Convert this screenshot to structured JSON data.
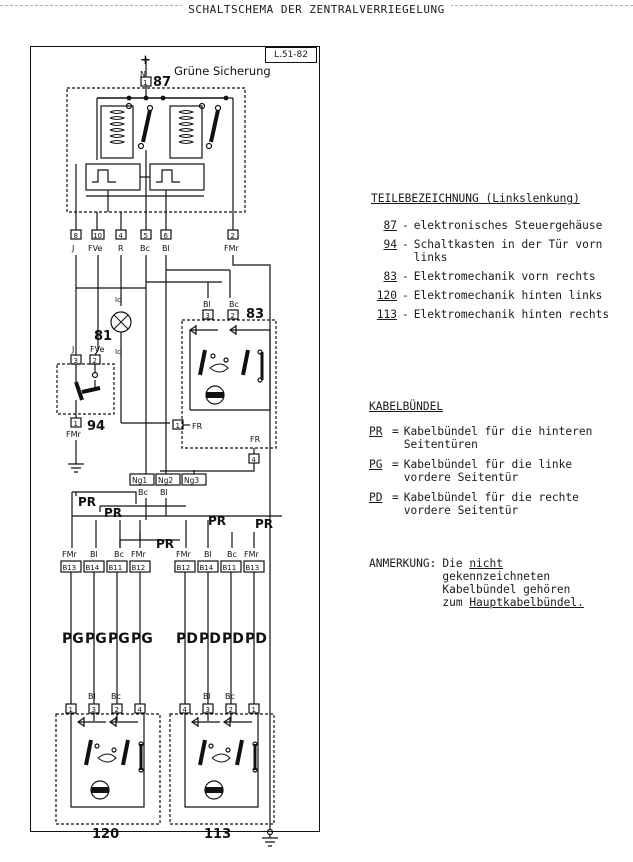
{
  "page": {
    "title": "SCHALTSCHEMA DER ZENTRALVERRIEGELUNG",
    "ref": "L.51-82"
  },
  "diagram": {
    "supply": {
      "plus": "+",
      "pin": "N",
      "fuse": "Grüne Sicherung"
    },
    "units": {
      "u87": "87",
      "u81": "81",
      "u94": "94",
      "u83": "83",
      "u120": "120",
      "u113": "113"
    },
    "ecu_pins": [
      {
        "num": "8",
        "wire": "J"
      },
      {
        "num": "10",
        "wire": "FVe"
      },
      {
        "num": "4",
        "wire": "R"
      },
      {
        "num": "5",
        "wire": "Bc"
      },
      {
        "num": "6",
        "wire": "Bl"
      },
      {
        "num": "2",
        "wire": "FMr"
      }
    ],
    "lamp": {
      "code": "Ic"
    },
    "switch94": {
      "pin_top1": "3",
      "pin_top2": "2",
      "wire_top1": "J",
      "wire_top2": "FVe",
      "pin_bottom": "1",
      "wire_bottom": "FMr"
    },
    "m83": {
      "pin_bl": "3",
      "pin_bc": "2",
      "wire_bl": "Bl",
      "wire_bc": "Bc",
      "pin_fr": "1",
      "wire_fr": "FR",
      "pin_fr2": "4",
      "wire_fr2": "FR"
    },
    "connectors": [
      "Ng1",
      "Ng2",
      "Ng3"
    ],
    "connector_wires": [
      "Bc",
      "Bl"
    ],
    "harness": {
      "pr": "PR",
      "pg": "PG",
      "pd": "PD"
    },
    "left_bus": {
      "wires": [
        "FMr",
        "Bl",
        "Bc",
        "FMr"
      ],
      "pins": [
        "B13",
        "B14",
        "B11",
        "B12"
      ]
    },
    "right_bus": {
      "wires": [
        "FMr",
        "Bl",
        "Bc",
        "FMr"
      ],
      "pins": [
        "B12",
        "B14",
        "B11",
        "B13"
      ]
    },
    "m120": {
      "pins": [
        "1",
        "3",
        "2",
        "4"
      ],
      "wires": [
        "Bl",
        "Bc"
      ]
    },
    "m113": {
      "pins": [
        "4",
        "3",
        "2",
        "1"
      ],
      "wires": [
        "Bl",
        "Bc"
      ]
    }
  },
  "legend_parts": {
    "heading": "TEILEBEZEICHNUNG (Linkslenkung)",
    "items": [
      {
        "code": "87",
        "text": "elektronisches Steuergehäuse"
      },
      {
        "code": "94",
        "text": "Schaltkasten in der Tür vorn links"
      },
      {
        "code": "83",
        "text": "Elektromechanik vorn rechts"
      },
      {
        "code": "120",
        "text": "Elektromechanik hinten links"
      },
      {
        "code": "113",
        "text": "Elektromechanik hinten rechts"
      }
    ]
  },
  "legend_cables": {
    "heading": "KABELBÜNDEL",
    "items": [
      {
        "code": "PR",
        "text": "Kabelbündel für die hinteren Seitentüren"
      },
      {
        "code": "PG",
        "text": "Kabelbündel für die linke vordere Seitentür"
      },
      {
        "code": "PD",
        "text": "Kabelbündel für die rechte vordere Seitentür"
      }
    ]
  },
  "note": {
    "label": "ANMERKUNG:",
    "pre": "Die ",
    "emph": "nicht",
    "mid": " gekennzeichneten Kabelbündel gehören zum ",
    "tail": "Hauptkabelbündel."
  }
}
